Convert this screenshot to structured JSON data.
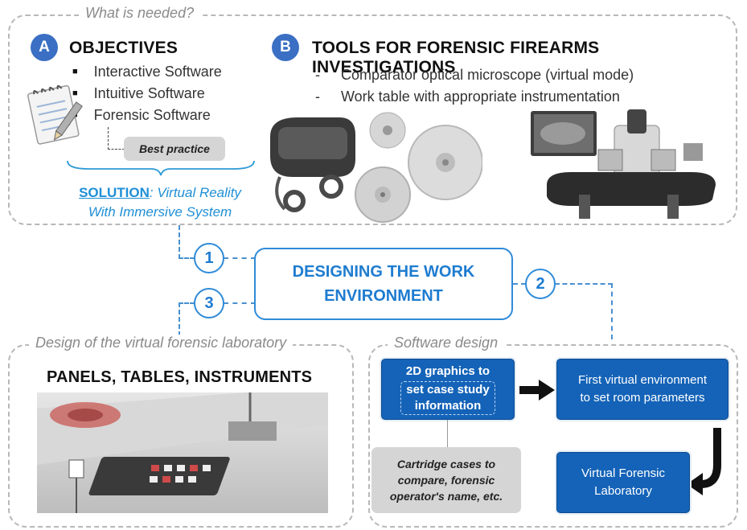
{
  "top_box": {
    "label": "What is needed?",
    "objectives": {
      "badge": "A",
      "title": "OBJECTIVES",
      "items": [
        "Interactive Software",
        "Intuitive Software",
        "Forensic Software"
      ],
      "best_practice": "Best practice",
      "solution_label": "SOLUTION",
      "solution_text_1": ": Virtual Reality",
      "solution_text_2": "With Immersive System"
    },
    "tools": {
      "badge": "B",
      "title": "TOOLS FOR FORENSIC FIREARMS INVESTIGATIONS",
      "items": [
        "Comparator optical microscope (virtual mode)",
        "Work table with appropriate instrumentation"
      ]
    }
  },
  "center": {
    "title_line1": "DESIGNING THE WORK",
    "title_line2": "ENVIRONMENT",
    "step1": "1",
    "step2": "2",
    "step3": "3"
  },
  "lab_box": {
    "label": "Design of the virtual forensic laboratory",
    "title": "PANELS, TABLES, INSTRUMENTS"
  },
  "software_box": {
    "label": "Software design",
    "graphics_box_line1": "2D graphics to",
    "graphics_box_line2": "set case study",
    "graphics_box_line3": "information",
    "first_env_line1": "First virtual environment",
    "first_env_line2": "to set room parameters",
    "vfl_line1": "Virtual Forensic",
    "vfl_line2": "Laboratory",
    "cartridge_line1": "Cartridge cases to",
    "cartridge_line2": "compare, forensic",
    "cartridge_line3": "operator's name, etc."
  },
  "colors": {
    "badge": "#3a6fc4",
    "accent_blue": "#1463b8",
    "step_circle": "#2f8bd8",
    "dashed_border": "#b8b8b8"
  }
}
